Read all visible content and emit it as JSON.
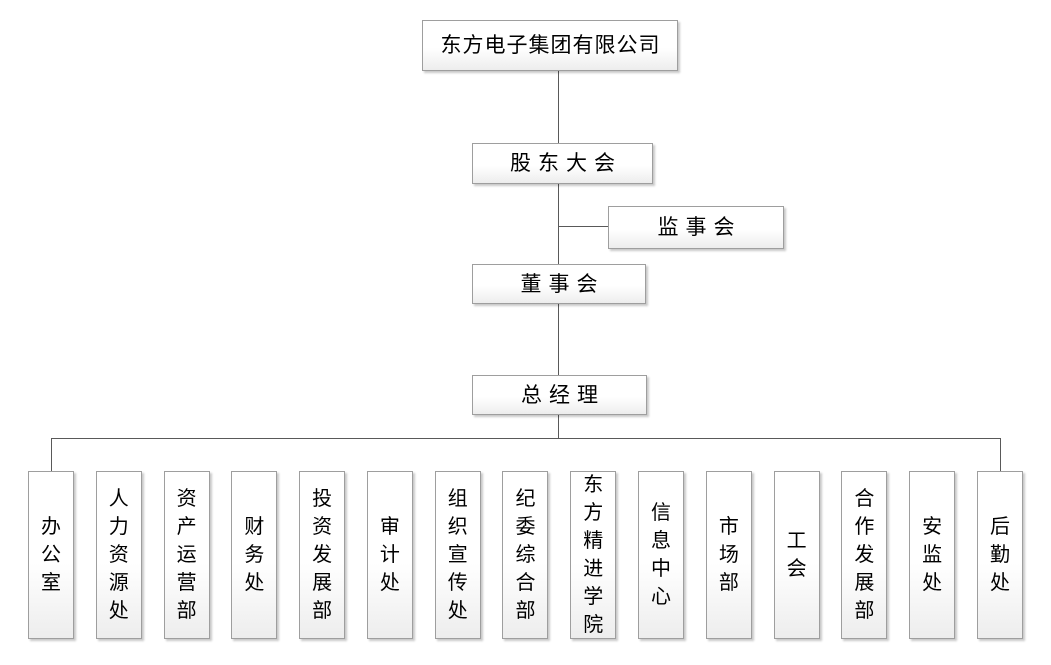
{
  "org": {
    "company": {
      "label": "东方电子集团有限公司"
    },
    "shareholders_meeting": {
      "label": "股东大会"
    },
    "supervisory_board": {
      "label": "监事会"
    },
    "board_of_directors": {
      "label": "董事会"
    },
    "general_manager": {
      "label": "总经理"
    },
    "departments": [
      {
        "label": "办公室"
      },
      {
        "label": "人力资源处"
      },
      {
        "label": "资产运营部"
      },
      {
        "label": "财务处"
      },
      {
        "label": "投资发展部"
      },
      {
        "label": "审计处"
      },
      {
        "label": "组织宣传处"
      },
      {
        "label": "纪委综合部"
      },
      {
        "label": "东方精进学院"
      },
      {
        "label": "信息中心"
      },
      {
        "label": "市场部"
      },
      {
        "label": "工会"
      },
      {
        "label": "合作发展部"
      },
      {
        "label": "安监处"
      },
      {
        "label": "后勤处"
      }
    ],
    "colors": {
      "background": "#ffffff",
      "box_border": "#9e9e9e",
      "box_fill_top": "#ffffff",
      "box_fill_bottom": "#ededed",
      "line": "#595959",
      "text": "#000000"
    }
  }
}
